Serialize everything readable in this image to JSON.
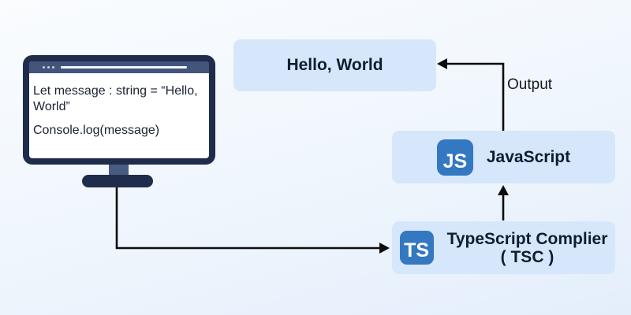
{
  "monitor": {
    "code_statement": "Let message : string = “Hello, World”",
    "code_log": "Console.log(message)"
  },
  "boxes": {
    "hello": {
      "label": "Hello, World"
    },
    "javascript": {
      "label": "JavaScript",
      "icon": "JS"
    },
    "tsc": {
      "label_line1": "TypeScript Complier",
      "label_line2": "( TSC )",
      "icon": "TS"
    }
  },
  "labels": {
    "output": "Output"
  },
  "icons": {
    "javascript_badge": "js-badge-icon",
    "typescript_badge": "ts-badge-icon",
    "window_dots": "window-dots-icon"
  },
  "colors": {
    "background_top": "#fafcfe",
    "background_bottom": "#e4eefb",
    "box_fill": "#d6e7fc",
    "badge_blue": "#3478c2",
    "monitor_frame": "#202c4c",
    "monitor_header": "#44557c",
    "arrow": "#0d0d0d",
    "text": "#101c30"
  }
}
